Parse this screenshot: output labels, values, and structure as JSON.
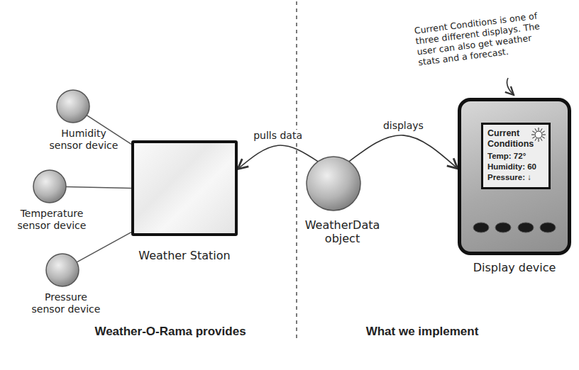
{
  "diagram": {
    "nodes": [
      {
        "text": [
          "Humidity sensor device"
        ]
      },
      {
        "text": [
          "Temperature sensor device"
        ]
      },
      {
        "text": [
          "Pressure sensor device"
        ]
      },
      {
        "text": [
          "Weather Station"
        ]
      },
      {
        "text": [
          "WeatherData object"
        ]
      },
      {
        "text": [
          "Display device"
        ]
      },
      {
        "text": [
          "Current Conditions",
          "Temp: 72°",
          "Humidity: 60",
          "Pressure: ↓"
        ],
        "in": 5
      }
    ],
    "edges": [
      {
        "from": 0,
        "to": 3,
        "arrow": "none"
      },
      {
        "from": 1,
        "to": 3,
        "arrow": "none"
      },
      {
        "from": 2,
        "to": 3,
        "arrow": "none"
      },
      {
        "from": 4,
        "to": 3,
        "label": "pulls data",
        "arrow": "to"
      },
      {
        "from": 4,
        "to": 5,
        "label": "displays",
        "arrow": "to"
      }
    ],
    "labels": [
      "Current Conditions is one of three different displays. The user can also get weather stats and a forecast.",
      "Weather-O-Rama provides",
      "What we implement"
    ]
  }
}
